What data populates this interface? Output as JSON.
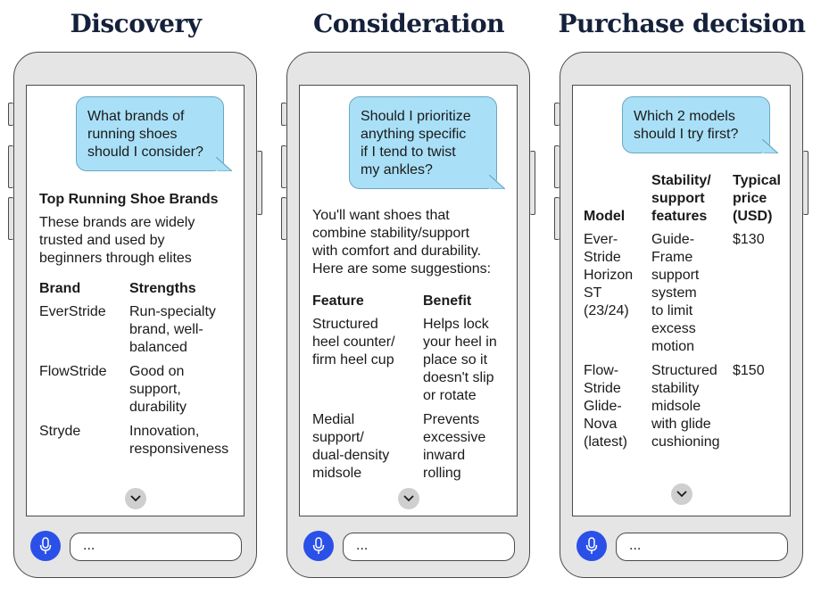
{
  "stages": [
    {
      "title": "Discovery",
      "question": [
        "What brands of",
        "running shoes",
        "should I consider?"
      ],
      "heading": "Top Running Shoe Brands",
      "intro": [
        "These brands are widely",
        "trusted and used by",
        "beginners through elites"
      ],
      "columns": [
        "Brand",
        "Strengths"
      ],
      "rows": [
        [
          [
            "EverStride"
          ],
          [
            "Run-specialty",
            "brand, well-",
            "balanced"
          ]
        ],
        [
          [
            "FlowStride"
          ],
          [
            "Good on",
            "support,",
            "durability"
          ]
        ],
        [
          [
            "Stryde"
          ],
          [
            "Innovation,",
            "responsiveness"
          ]
        ]
      ],
      "input_text": "..."
    },
    {
      "title": "Consideration",
      "question": [
        "Should I prioritize",
        "anything specific",
        "if I tend to twist",
        "my ankles?"
      ],
      "heading": "",
      "intro": [
        "You'll want shoes that",
        "combine stability/support",
        "with comfort and durability.",
        "Here are some suggestions:"
      ],
      "columns": [
        "Feature",
        "Benefit"
      ],
      "rows": [
        [
          [
            "Structured",
            "heel counter/",
            "firm heel cup"
          ],
          [
            "Helps lock",
            "your heel in",
            "place so it",
            "doesn't slip",
            "or rotate"
          ]
        ],
        [
          [
            "Medial",
            "support/",
            "dual-density",
            "midsole"
          ],
          [
            "Prevents",
            "excessive",
            "inward",
            "rolling"
          ]
        ]
      ],
      "input_text": "..."
    },
    {
      "title": "Purchase decision",
      "question": [
        "Which 2 models",
        "should I try first?"
      ],
      "heading": "",
      "intro": [],
      "columns": [
        "Model",
        [
          "Stability/",
          "support",
          "features"
        ],
        [
          "Typical",
          "price",
          "(USD)"
        ]
      ],
      "rows": [
        [
          [
            "Ever-",
            "Stride",
            "Horizon",
            "ST",
            "(23/24)"
          ],
          [
            "Guide-",
            "Frame",
            "support",
            "system",
            "to limit",
            "excess",
            "motion"
          ],
          [
            "$130"
          ]
        ],
        [
          [
            "Flow-",
            "Stride",
            "Glide-",
            "Nova",
            "(latest)"
          ],
          [
            "Structured",
            "stability",
            "midsole",
            "with glide",
            "cushioning"
          ],
          [
            "$150"
          ]
        ]
      ],
      "input_text": "..."
    }
  ],
  "colors": {
    "title": "#15213b",
    "bubble": "#a9e0f7",
    "bubble_border": "#6aa7c0",
    "phone_body": "#e5e5e5",
    "phone_outline": "#4a4a4a",
    "mic_button": "#2a50e8",
    "chevron_bg": "#cfcfcf"
  },
  "icons": {
    "mic": "microphone-icon",
    "scroll": "chevron-down-icon"
  }
}
